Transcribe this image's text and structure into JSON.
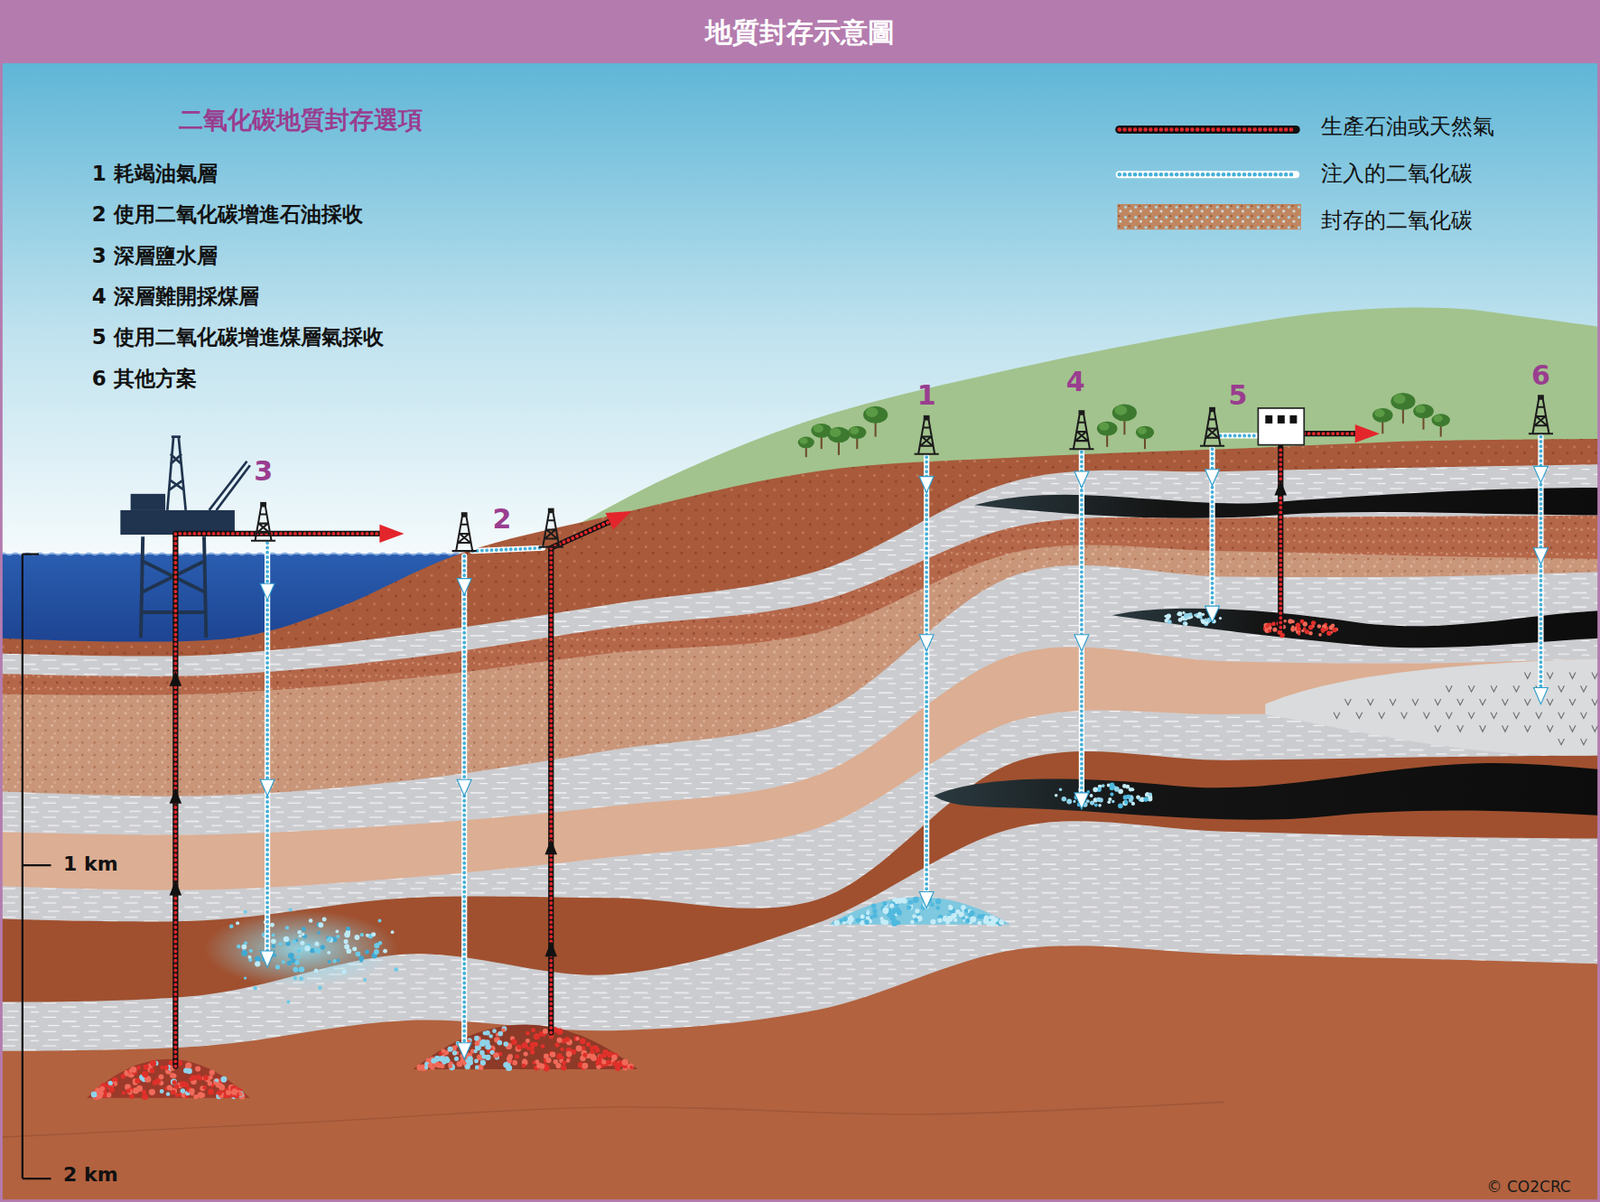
{
  "diagram": {
    "title": "地質封存示意圖",
    "labels": [
      "二氧化碳地質封存選項",
      "1 耗竭油氣層",
      "2 使用二氧化碳增進石油採收",
      "3 深層鹽水層",
      "4 深層難開採煤層",
      "5 使用二氧化碳增進煤層氣採收",
      "6 其他方案",
      "3",
      "2",
      "1",
      "4",
      "5",
      "6",
      "1 km",
      "2 km",
      "© CO2CRC"
    ],
    "legend": [
      {
        "text": "生產石油或天然氣"
      },
      {
        "text": "注入的二氧化碳"
      },
      {
        "text": "封存的二氧化碳"
      }
    ]
  }
}
